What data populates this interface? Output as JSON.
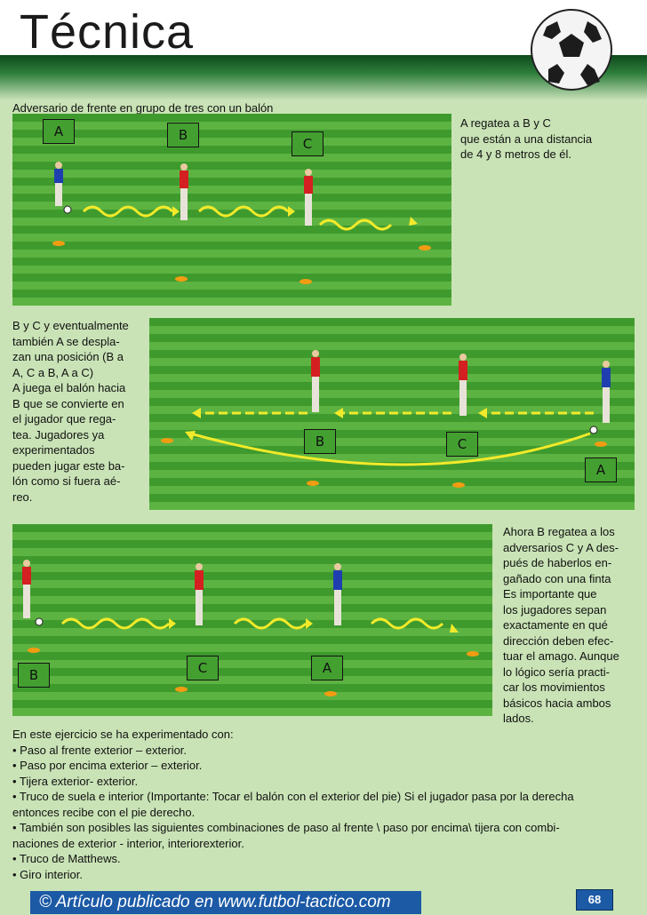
{
  "header": {
    "title": "Técnica"
  },
  "subtitle": "Adversario de frente en grupo de tres con un balón",
  "field1": {
    "labels": [
      "A",
      "B",
      "C"
    ],
    "text": [
      "A regatea a B y C",
      "que están a una distancia",
      "de 4 y 8 metros de él."
    ]
  },
  "field2": {
    "labels": [
      "B",
      "C",
      "A"
    ],
    "side_text": [
      "B y C y eventualmente",
      "también A se despla-",
      "zan una posición (B a",
      "A, C a B, A a C)",
      "A juega el balón hacia",
      "B que se convierte en",
      "el jugador que rega-",
      "tea. Jugadores ya",
      "experimentados",
      "pueden jugar este ba-",
      "lón como si fuera aé-",
      "reo."
    ]
  },
  "field3": {
    "labels": [
      "B",
      "C",
      "A"
    ],
    "side_text": [
      "Ahora B regatea a los",
      "adversarios C y A des-",
      "pués de haberlos en-",
      "gañado con una finta",
      "Es importante que",
      "los jugadores sepan",
      "exactamente en qué",
      "dirección deben efec-",
      "tuar el amago. Aunque",
      "lo lógico sería practi-",
      "car los movimientos",
      "básicos hacia ambos",
      "lados."
    ]
  },
  "body_text": [
    "En este ejercicio se ha experimentado con:",
    "• Paso al frente exterior – exterior.",
    "• Paso por encima exterior – exterior.",
    "• Tijera exterior- exterior.",
    "• Truco de suela e interior (Importante: Tocar el balón con el exterior del pie) Si el jugador pasa por la derecha",
    "entonces recibe con el pie derecho.",
    "• También son posibles las siguientes combinaciones de paso al frente \\ paso por encima\\ tijera con combi-",
    "naciones de exterior - interior, interiorexterior.",
    "• Truco de Matthews.",
    "• Giro interior."
  ],
  "footer": {
    "banner": "© Artículo publicado en www.futbol-tactico.com",
    "page": "68"
  },
  "colors": {
    "grass_dark": "#3f9a2e",
    "grass_light": "#5db341",
    "red_player": "#d42020",
    "blue_player": "#1f3fb0",
    "arrow": "#f2ea2a",
    "footer_blue": "#1c5aa6"
  }
}
